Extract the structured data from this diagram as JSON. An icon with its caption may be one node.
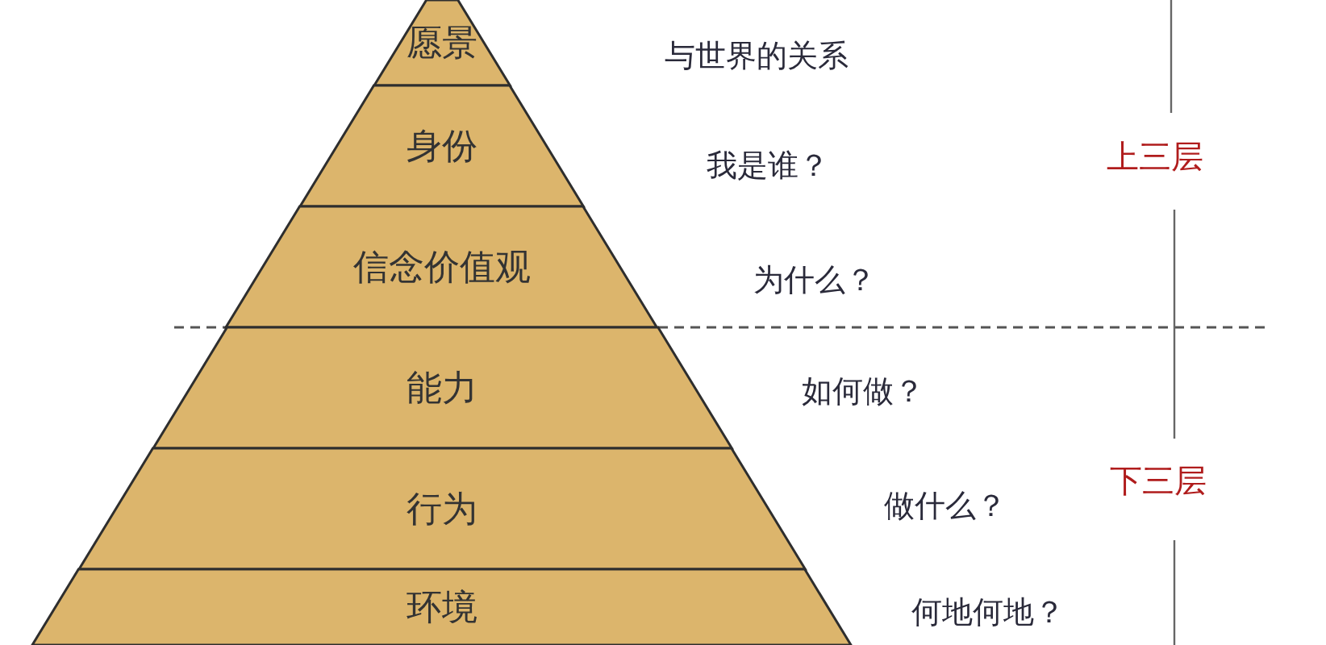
{
  "diagram": {
    "nodes": [
      {
        "text": [
          "愿景"
        ]
      },
      {
        "text": [
          "身份"
        ]
      },
      {
        "text": [
          "信念价值观"
        ]
      },
      {
        "text": [
          "能力"
        ]
      },
      {
        "text": [
          "行为"
        ]
      },
      {
        "text": [
          "环境"
        ]
      }
    ],
    "labels": [
      "与世界的关系",
      "我是谁？",
      "上三层",
      "为什么？",
      "如何做？",
      "做什么？",
      "下三层",
      "何地何地？"
    ]
  }
}
